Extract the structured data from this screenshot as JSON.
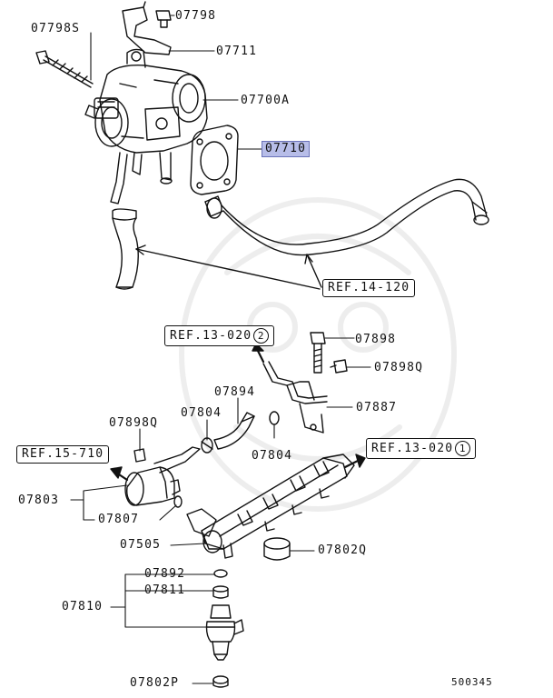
{
  "diagram": {
    "part_labels": {
      "p07798": "07798",
      "p07798S": "07798S",
      "p07711": "07711",
      "p07700A": "07700A",
      "p07710": "07710",
      "p07898": "07898",
      "p07898Q_top": "07898Q",
      "p07894": "07894",
      "p07887": "07887",
      "p07804_a": "07804",
      "p07804_b": "07804",
      "p07898Q_left": "07898Q",
      "p07803": "07803",
      "p07807": "07807",
      "p07505": "07505",
      "p07802Q": "07802Q",
      "p07892": "07892",
      "p07811": "07811",
      "p07810": "07810",
      "p07802P": "07802P"
    },
    "references": {
      "ref_14_120": "REF.14-120",
      "ref_13_020_2": "REF.13-020",
      "ref_13_020_2_num": "2",
      "ref_13_020_1": "REF.13-020",
      "ref_13_020_1_num": "1",
      "ref_15_710": "REF.15-710"
    },
    "highlighted_part": "07710",
    "highlight_color": "#b7bde8",
    "diagram_code": "500345"
  }
}
